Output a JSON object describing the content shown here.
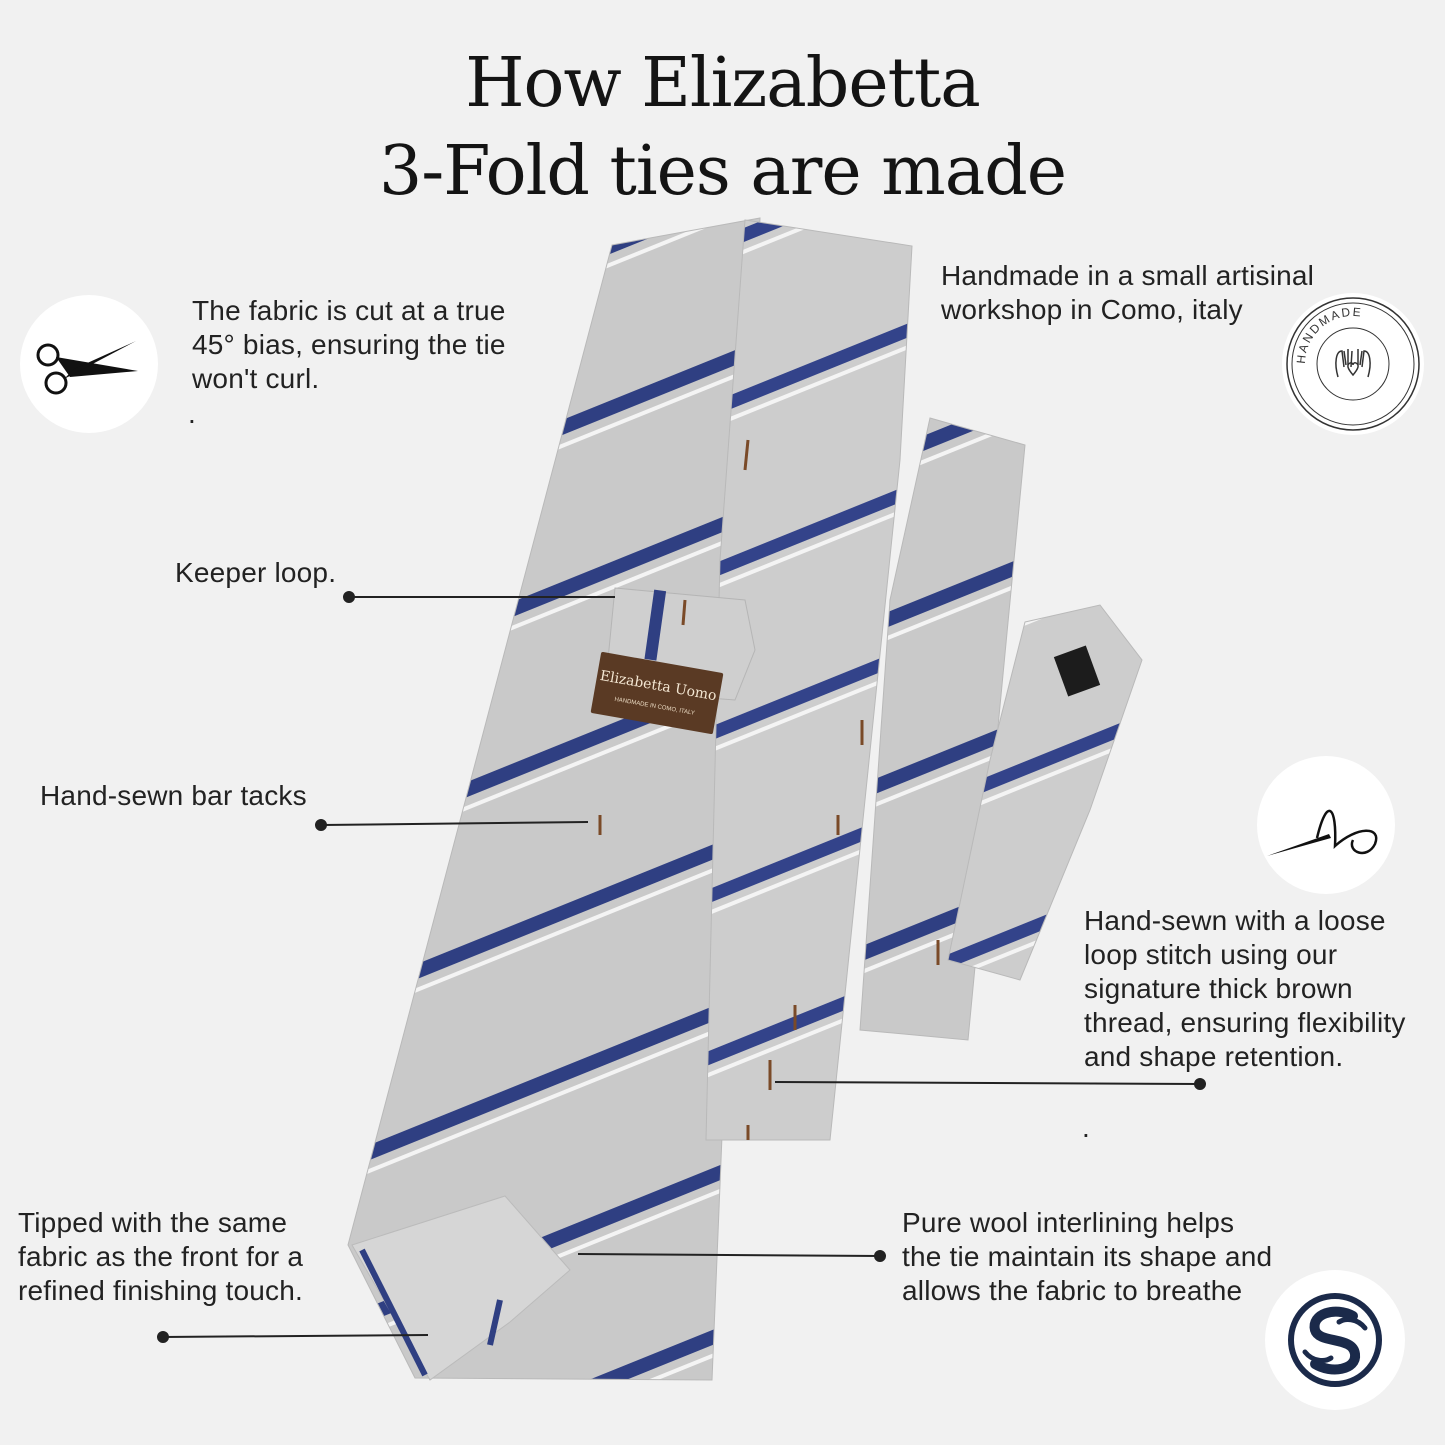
{
  "title": {
    "line1": "How Elizabetta",
    "line2": "3-Fold ties are made"
  },
  "captions": {
    "fabric_cut": "The fabric is cut at a true\n45° bias, ensuring the tie\nwon't curl.",
    "fabric_cut_dot": ".",
    "handmade": "Handmade in a small artisinal\nworkshop in Como, italy",
    "keeper_loop": "Keeper loop.",
    "bar_tacks": "Hand-sewn bar tacks",
    "loop_stitch": "Hand-sewn with a loose\nloop stitch using our\nsignature thick brown\nthread, ensuring flexibility\nand shape retention.",
    "loop_stitch_dot": ".",
    "tipped": "Tipped with the same\n fabric as the front for a\nrefined finishing touch.",
    "interlining": "Pure wool interlining helps\nthe tie maintain its shape and\nallows the fabric to breathe"
  },
  "label": {
    "brand": "Elizabetta Uomo",
    "sub": "HANDMADE IN COMO, ITALY"
  },
  "badge": {
    "text": "HANDMADE"
  },
  "icons": {
    "scissors": "scissors-icon",
    "needle": "needle-thread-icon",
    "handmade": "handmade-badge-icon",
    "wool": "wool-s-logo-icon"
  },
  "colors": {
    "tie_gray": "#c9c9c9",
    "stripe_navy": "#2f3f82",
    "label_brown": "#5a3a24",
    "thread_brown": "#7a4a28"
  }
}
